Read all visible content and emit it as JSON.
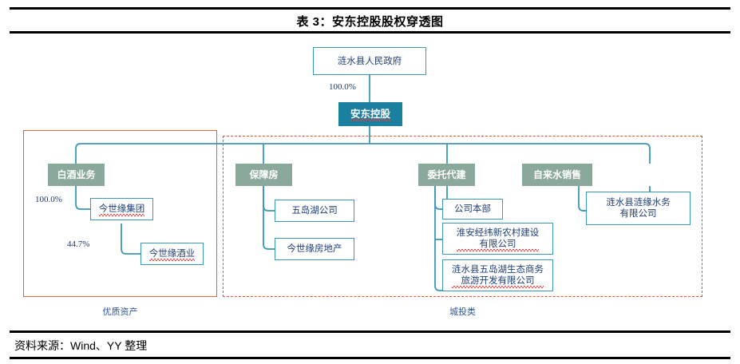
{
  "title": "表 3：安东控股股权穿透图",
  "source": "资料来源：Wind、YY 整理",
  "colors": {
    "primary_fill": "#1b7fa0",
    "segment_fill": "#8aa99b",
    "box_border": "#3d97b8",
    "box_text": "#20407a",
    "group_solid_border": "#d1693c",
    "group_dashed_border": "#e2552a",
    "caption_text": "#2f5597",
    "connector": "#3d97b8",
    "rule": "#000000"
  },
  "nodes": {
    "government": "涟水县人民政府",
    "holding": "安东控股",
    "seg_liquor": "白酒业务",
    "seg_housing": "保障房",
    "seg_agency": "委托代建",
    "seg_water": "自来水销售",
    "jinshiyuan_group": "今世缘集团",
    "jinshiyuan_liquor": "今世缘酒业",
    "wudaohu": "五岛湖公司",
    "jinshiyuan_realestate": "今世缘房地产",
    "headquarters": "公司本部",
    "huaian_jingwei": "淮安经纬新农村建设\n有限公司",
    "lianshui_wudaohu_tourism": "涟水县五岛湖生态商务\n旅游开发有限公司",
    "lianyuan_water": "涟水县涟缘水务\n有限公司"
  },
  "edges": {
    "gov_to_holding": "100.0%",
    "liquor_to_group": "100.0%",
    "group_to_liquorco": "44.7%"
  },
  "groups": {
    "quality_assets": "优质资产",
    "urban_investment": "城投类"
  }
}
